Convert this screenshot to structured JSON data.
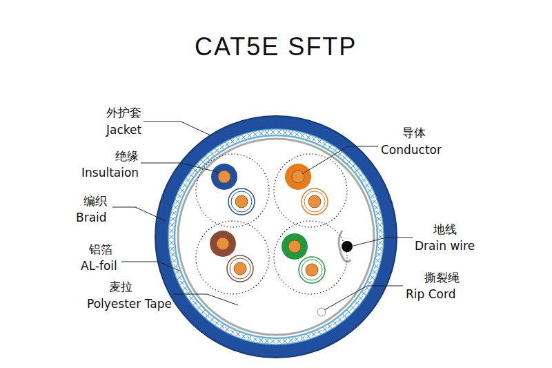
{
  "diagram": {
    "title": "CAT5E  SFTP",
    "labels": [
      "外护套",
      "Jacket",
      "绝缘",
      "Insultaion",
      "编织",
      "Braid",
      "铝箔",
      "AL-foil",
      "麦拉",
      "Polyester Tape",
      "导体",
      "Conductor",
      "地线",
      "Drain wire",
      "撕裂绳",
      "Rip Cord"
    ]
  }
}
